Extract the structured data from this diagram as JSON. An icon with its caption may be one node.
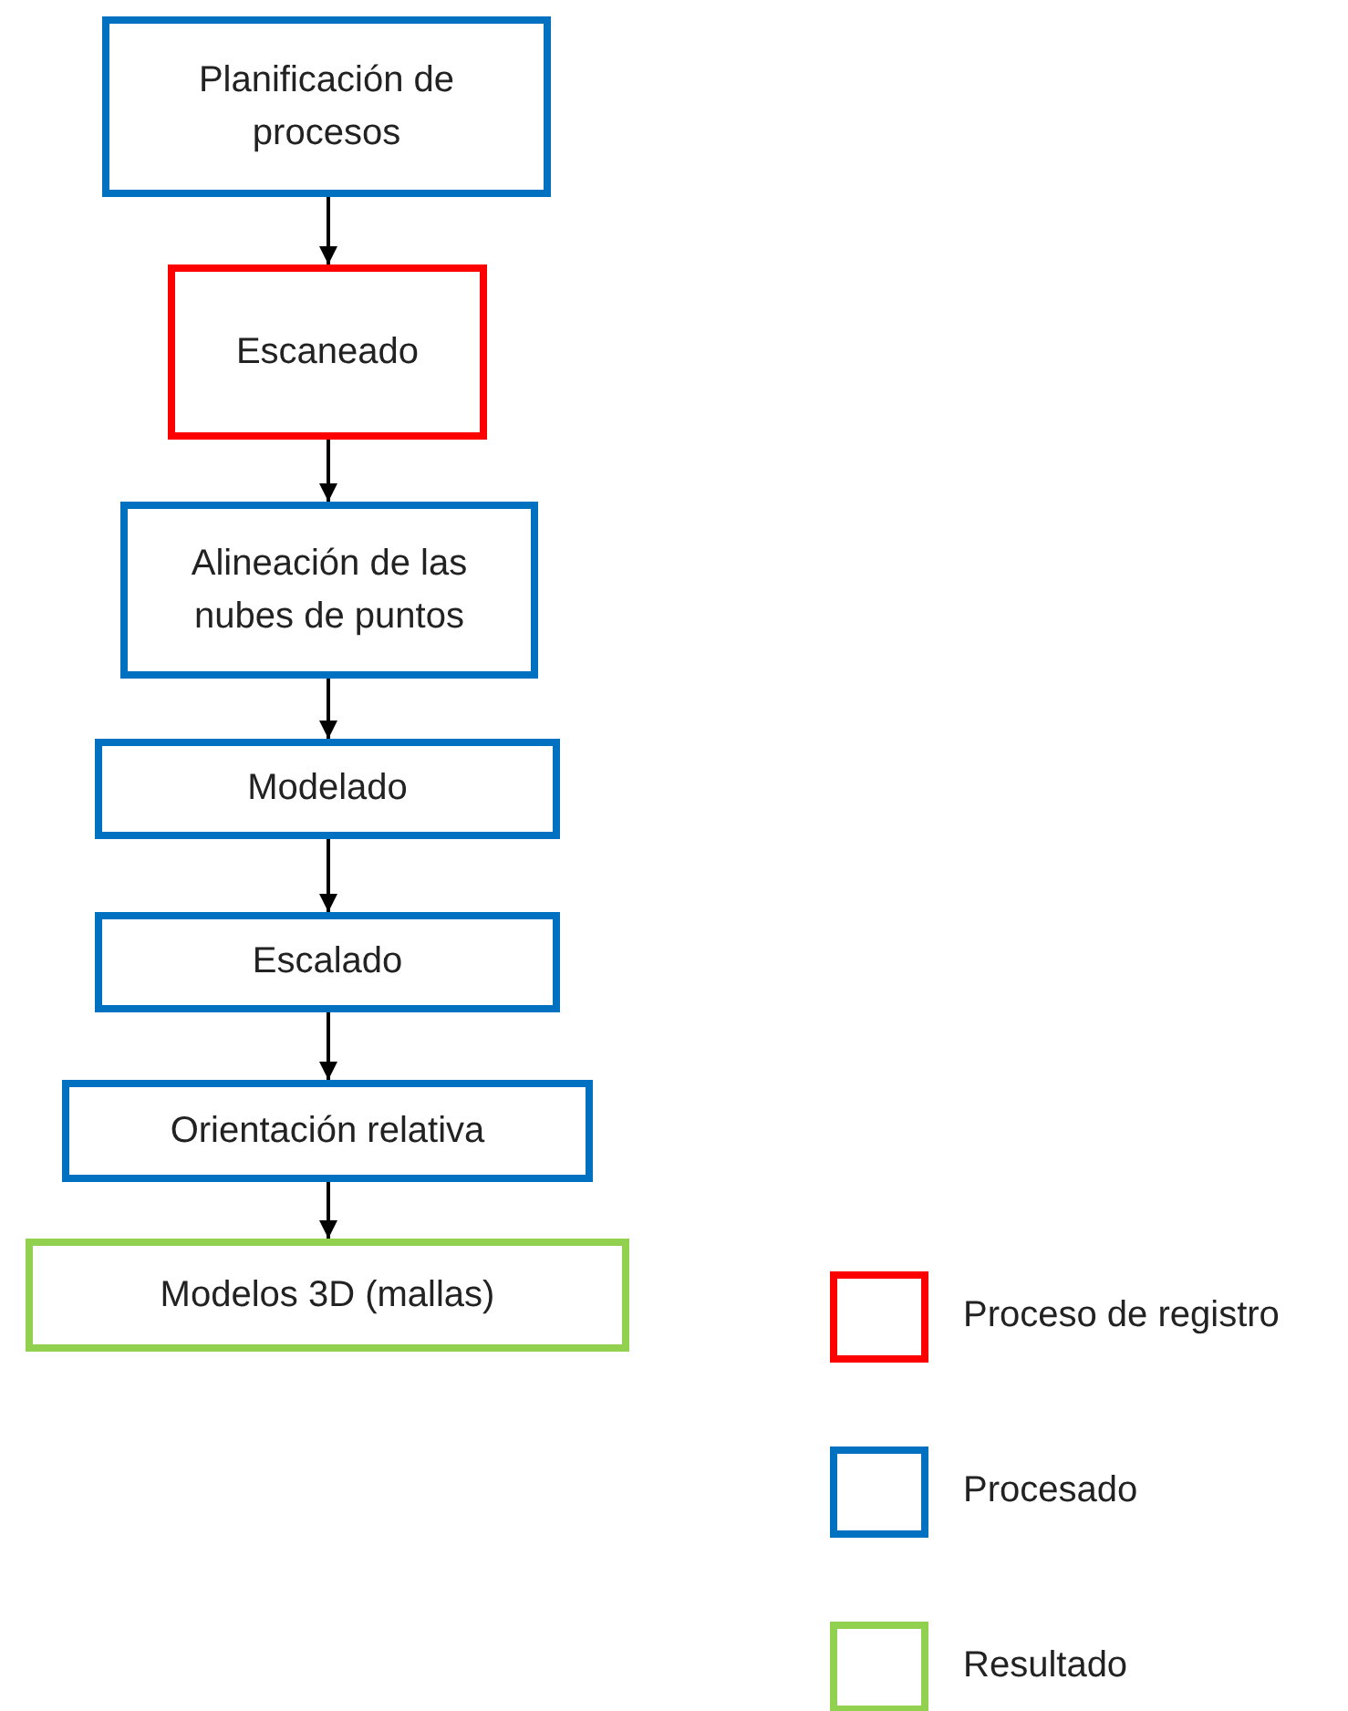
{
  "diagram": {
    "nodes": [
      {
        "text": [
          "Planificación de procesos"
        ]
      },
      {
        "text": [
          "Escaneado"
        ]
      },
      {
        "text": [
          "Alineación de las nubes de puntos"
        ]
      },
      {
        "text": [
          "Modelado"
        ]
      },
      {
        "text": [
          "Escalado"
        ]
      },
      {
        "text": [
          "Orientación relativa"
        ]
      },
      {
        "text": [
          "Modelos 3D (mallas)"
        ]
      }
    ],
    "edges": [
      {
        "from": 0,
        "to": 1,
        "arrow": "to"
      },
      {
        "from": 1,
        "to": 2,
        "arrow": "to"
      },
      {
        "from": 2,
        "to": 3,
        "arrow": "to"
      },
      {
        "from": 3,
        "to": 4,
        "arrow": "to"
      },
      {
        "from": 4,
        "to": 5,
        "arrow": "to"
      },
      {
        "from": 5,
        "to": 6,
        "arrow": "to"
      }
    ],
    "legend": [
      {
        "text": "Proceso de registro",
        "color": "#ff0000"
      },
      {
        "text": "Procesado",
        "color": "#0070c0"
      },
      {
        "text": "Resultado",
        "color": "#92d050"
      }
    ]
  }
}
